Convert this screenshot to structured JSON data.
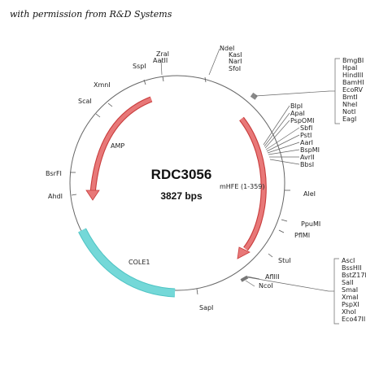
{
  "header": {
    "permission_text": "with permission from R&D Systems"
  },
  "plasmid": {
    "name": "RDC3056",
    "size_label": "3827 bps"
  },
  "features": {
    "amp": {
      "label": "AMP",
      "color": "#e46e6e"
    },
    "mhfe": {
      "label": "mHFE (1-359)",
      "color": "#e46e6e"
    },
    "cole1": {
      "label": "COLE1",
      "color": "#66d1d1"
    }
  },
  "sites": {
    "ndei": "NdeI",
    "kasi": "KasI",
    "nari": "NarI",
    "sfoi": "SfoI",
    "zrai": "ZraI",
    "aatii": "AatII",
    "sspi": "SspI",
    "xmni": "XmnI",
    "scai": "ScaI",
    "bsrfi": "BsrFI",
    "ahdi": "AhdI",
    "sapi": "SapI",
    "stui": "StuI",
    "pflmi": "PflMI",
    "ppumi": "PpuMI",
    "alei": "AleI",
    "afliii": "AflIII",
    "ncoi": "NcoI",
    "bbsi": "BbsI",
    "avrii": "AvrII",
    "bspmi": "BspMI",
    "aari": "AarI",
    "psti": "PstI",
    "sbfi": "SbfI",
    "psp0mi": "PspOMI",
    "apai": "ApaI",
    "blpi": "BlpI"
  },
  "mcs_top": [
    "BmgBI",
    "HpaI",
    "HindIII",
    "BamHI",
    "EcoRV",
    "BmtI",
    "NheI",
    "NotI",
    "EagI"
  ],
  "mcs_bottom": [
    "AscI",
    "BssHII",
    "BstZ17I",
    "SalI",
    "SmaI",
    "XmaI",
    "PspXI",
    "XhoI",
    "Eco47III"
  ]
}
